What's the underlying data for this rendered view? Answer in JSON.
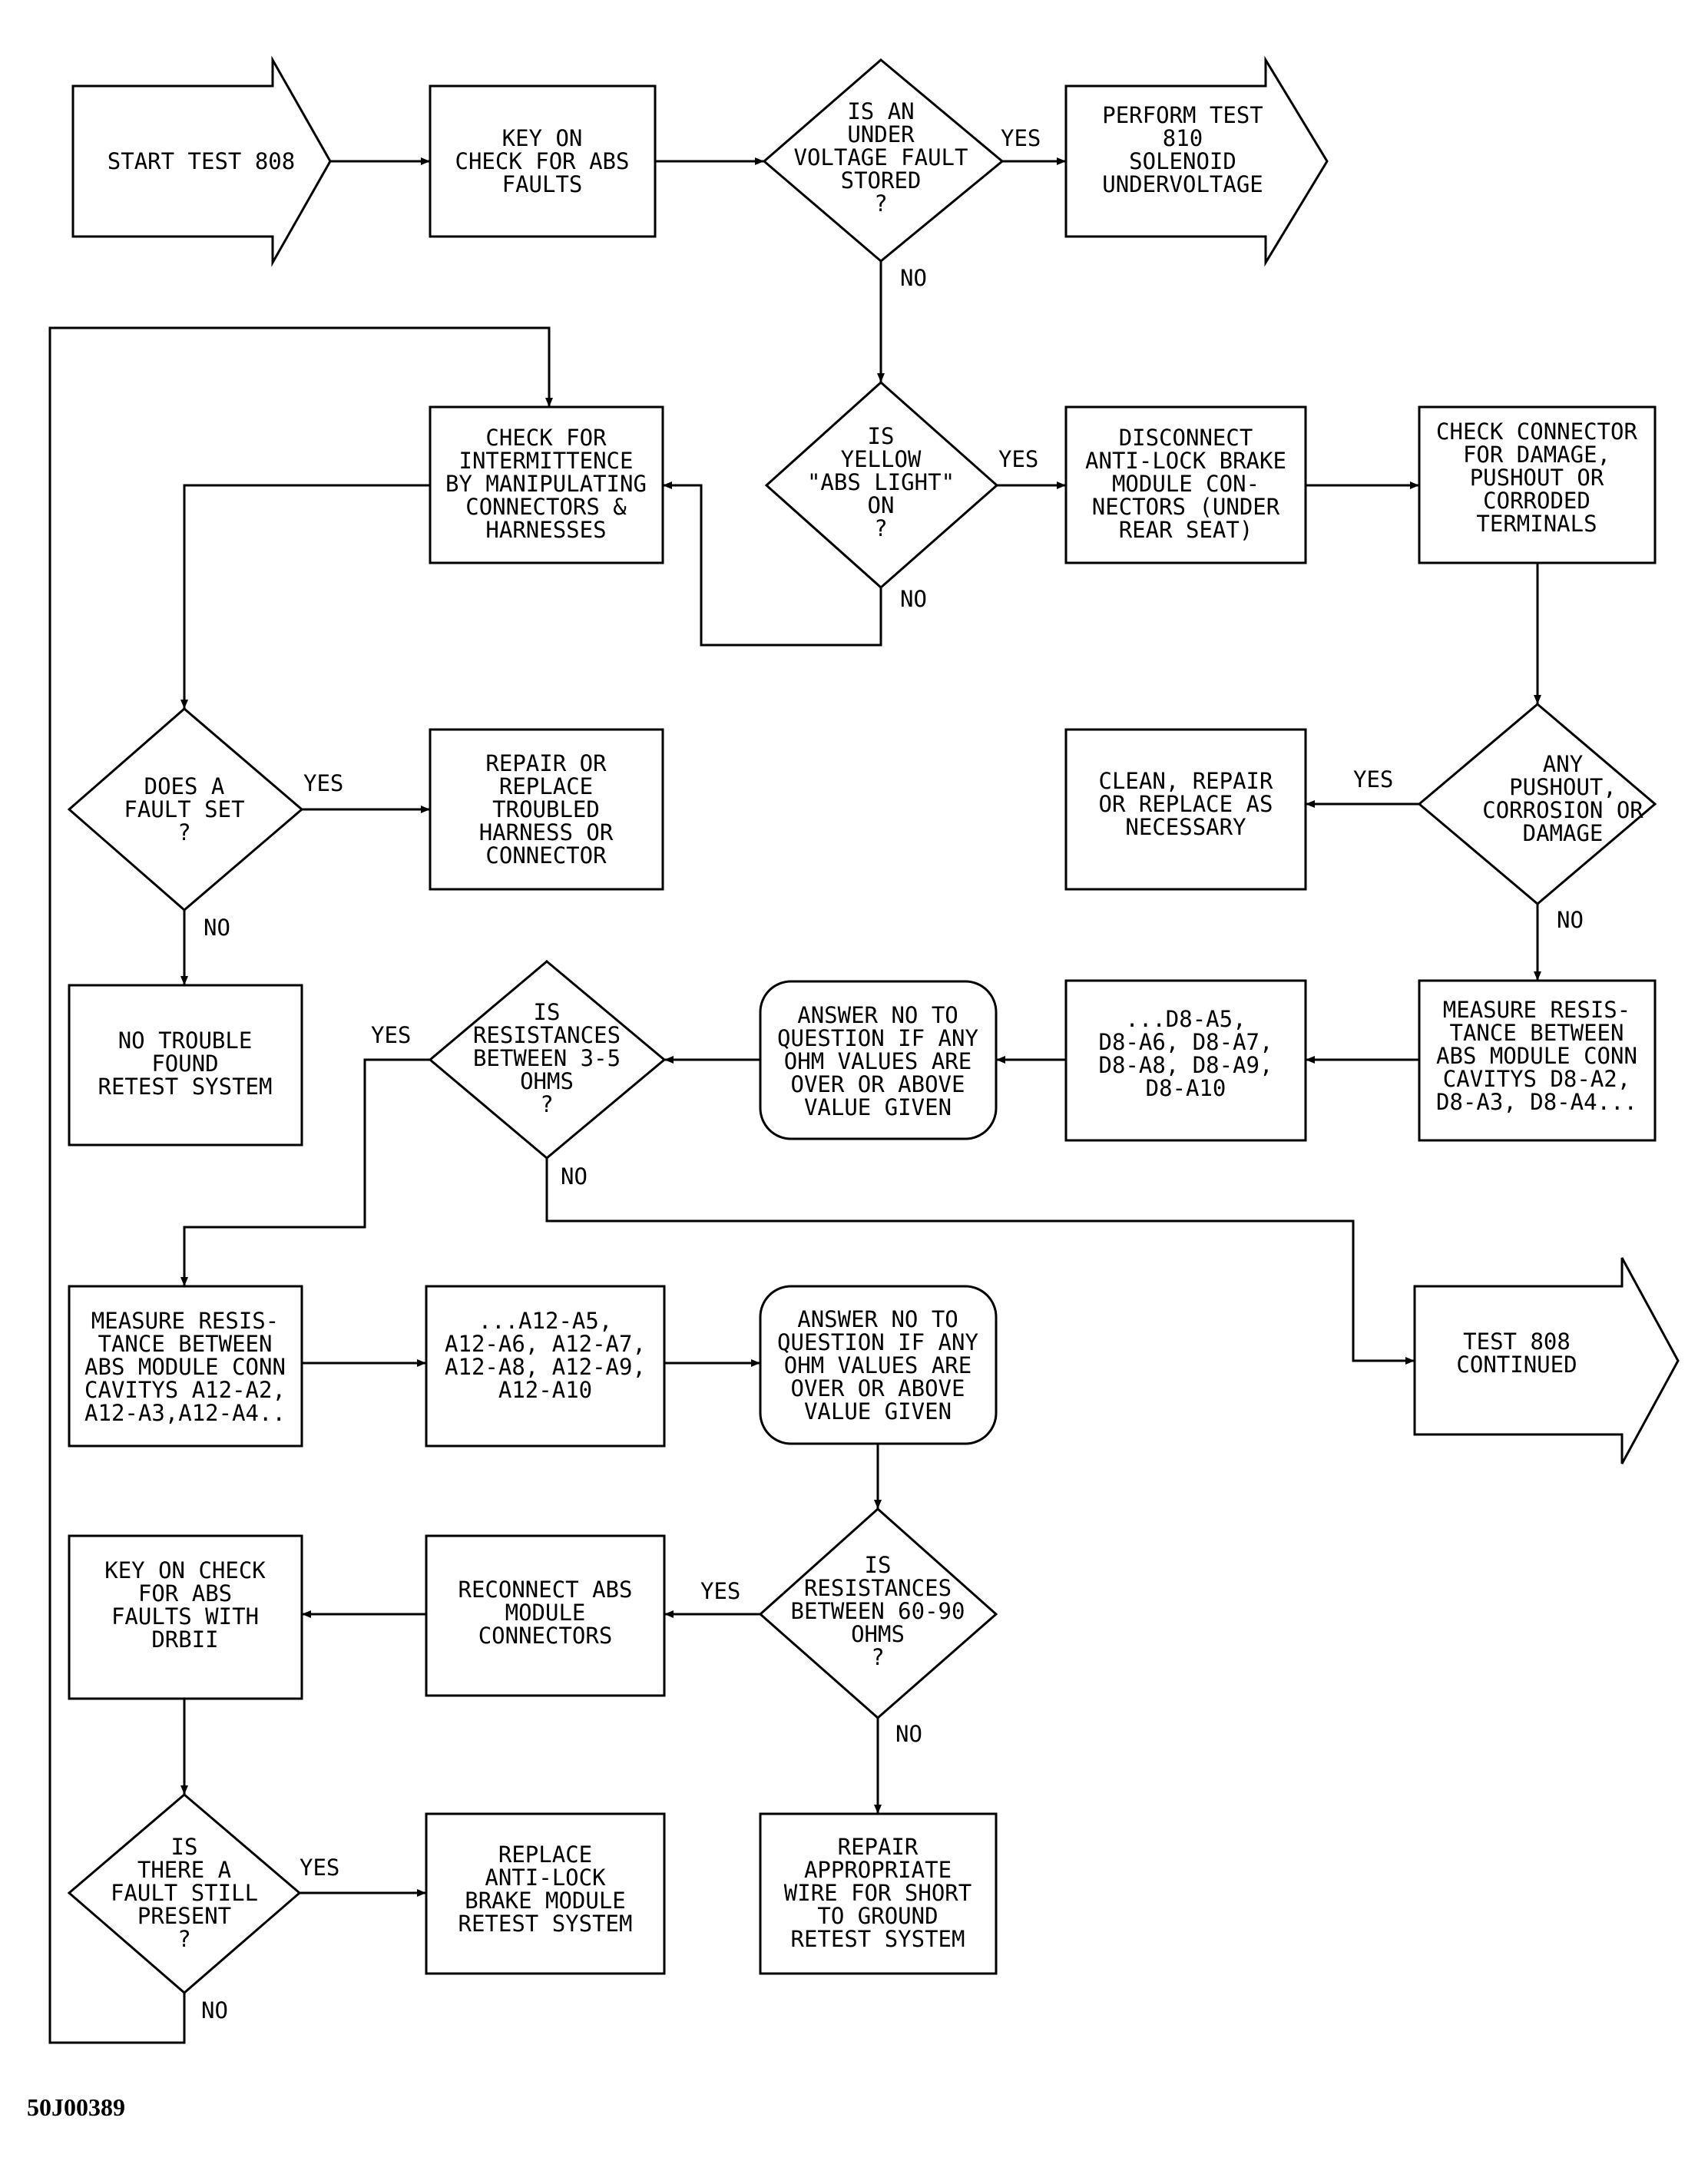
{
  "figure_id": "50J00389",
  "nodes": {
    "start": {
      "lines": [
        "START TEST 808"
      ]
    },
    "key_on": {
      "lines": [
        "KEY ON",
        "CHECK FOR ABS",
        "FAULTS"
      ]
    },
    "d_undervoltage": {
      "lines": [
        "IS AN",
        "UNDER",
        "VOLTAGE FAULT",
        "STORED",
        "?"
      ]
    },
    "perform_810": {
      "lines": [
        "PERFORM TEST",
        "810",
        "SOLENOID",
        "UNDERVOLTAGE"
      ]
    },
    "check_intermit": {
      "lines": [
        "CHECK FOR",
        "INTERMITTENCE",
        "BY MANIPULATING",
        "CONNECTORS &",
        "HARNESSES"
      ]
    },
    "d_yellow": {
      "lines": [
        "IS",
        "YELLOW",
        "\"ABS LIGHT\"",
        "ON",
        "?"
      ]
    },
    "disconnect": {
      "lines": [
        "DISCONNECT",
        "ANTI-LOCK BRAKE",
        "MODULE CON-",
        "NECTORS (UNDER",
        "REAR SEAT)"
      ]
    },
    "check_conn": {
      "lines": [
        "CHECK CONNECTOR",
        "FOR DAMAGE,",
        "PUSHOUT OR",
        "CORRODED",
        "TERMINALS"
      ]
    },
    "d_fault_set": {
      "lines": [
        "DOES A",
        "FAULT SET",
        "?"
      ]
    },
    "repair_harness": {
      "lines": [
        "REPAIR OR",
        "REPLACE",
        "TROUBLED",
        "HARNESS OR",
        "CONNECTOR"
      ]
    },
    "clean": {
      "lines": [
        "CLEAN, REPAIR",
        "OR REPLACE AS",
        "NECESSARY"
      ]
    },
    "d_pushout": {
      "lines": [
        "ANY",
        "PUSHOUT,",
        "CORROSION OR",
        "DAMAGE"
      ]
    },
    "no_trouble": {
      "lines": [
        "NO TROUBLE",
        "FOUND",
        "RETEST SYSTEM"
      ]
    },
    "d_res35": {
      "lines": [
        "IS",
        "RESISTANCES",
        "BETWEEN 3-5",
        "OHMS",
        "?"
      ]
    },
    "answer1": {
      "lines": [
        "ANSWER NO TO",
        "QUESTION IF ANY",
        "OHM VALUES ARE",
        "OVER OR ABOVE",
        "VALUE GIVEN"
      ]
    },
    "d8_cont": {
      "lines": [
        "...D8-A5,",
        "D8-A6, D8-A7,",
        "D8-A8, D8-A9,",
        "D8-A10"
      ]
    },
    "measure_d8": {
      "lines": [
        "MEASURE RESIS-",
        "TANCE BETWEEN",
        "ABS MODULE CONN",
        "CAVITYS D8-A2,",
        "D8-A3, D8-A4..."
      ]
    },
    "measure_a12": {
      "lines": [
        "MEASURE RESIS-",
        "TANCE BETWEEN",
        "ABS MODULE CONN",
        "CAVITYS A12-A2,",
        "A12-A3,A12-A4.."
      ]
    },
    "a12_cont": {
      "lines": [
        "...A12-A5,",
        "A12-A6, A12-A7,",
        "A12-A8, A12-A9,",
        "A12-A10"
      ]
    },
    "answer2": {
      "lines": [
        "ANSWER NO TO",
        "QUESTION IF ANY",
        "OHM VALUES ARE",
        "OVER OR ABOVE",
        "VALUE GIVEN"
      ]
    },
    "test808_cont": {
      "lines": [
        "TEST 808",
        "CONTINUED"
      ]
    },
    "key_on_drb": {
      "lines": [
        "KEY ON CHECK",
        "FOR ABS",
        "FAULTS WITH",
        "DRBII"
      ]
    },
    "reconnect": {
      "lines": [
        "RECONNECT ABS",
        "MODULE",
        "CONNECTORS"
      ]
    },
    "d_res6090": {
      "lines": [
        "IS",
        "RESISTANCES",
        "BETWEEN 60-90",
        "OHMS",
        "?"
      ]
    },
    "d_still": {
      "lines": [
        "IS",
        "THERE A",
        "FAULT STILL",
        "PRESENT",
        "?"
      ]
    },
    "replace_module": {
      "lines": [
        "REPLACE",
        "ANTI-LOCK",
        "BRAKE MODULE",
        "RETEST SYSTEM"
      ]
    },
    "repair_wire": {
      "lines": [
        "REPAIR",
        "APPROPRIATE",
        "WIRE FOR SHORT",
        "TO GROUND",
        "RETEST SYSTEM"
      ]
    }
  },
  "edge_labels": {
    "undervoltage_yes": "YES",
    "undervoltage_no": "NO",
    "yellow_yes": "YES",
    "yellow_no": "NO",
    "fault_set_yes": "YES",
    "fault_set_no": "NO",
    "pushout_yes": "YES",
    "pushout_no": "NO",
    "res35_yes": "YES",
    "res35_no": "NO",
    "res6090_yes": "YES",
    "res6090_no": "NO",
    "still_yes": "YES",
    "still_no": "NO"
  }
}
